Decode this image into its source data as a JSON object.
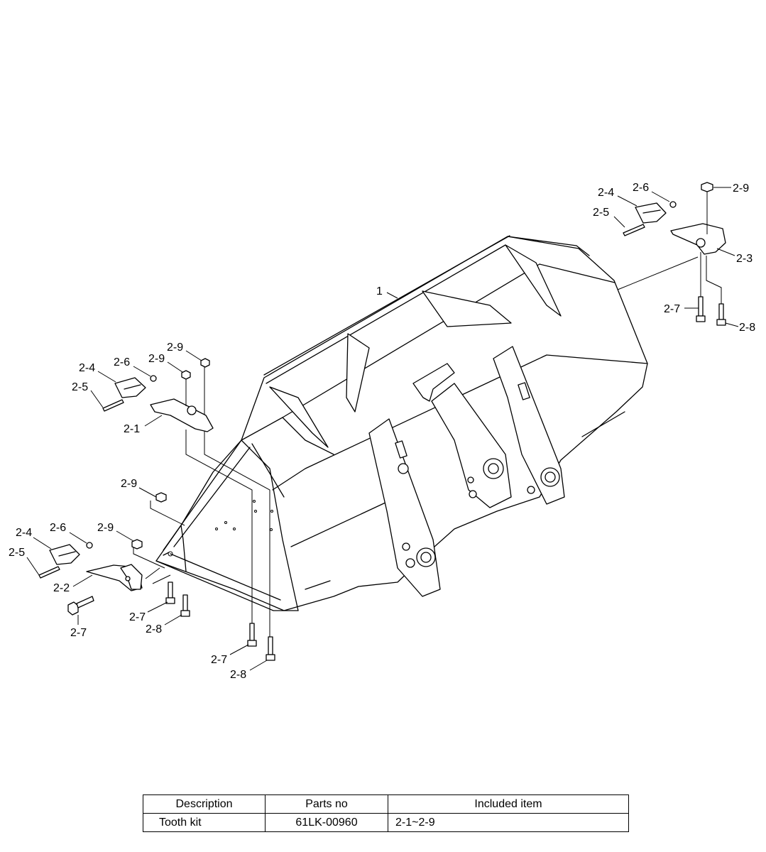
{
  "labels": {
    "l1": "1",
    "r24": "2-4",
    "r26": "2-6",
    "r29": "2-9",
    "r25": "2-5",
    "r23": "2-3",
    "r27": "2-7",
    "r28": "2-8",
    "a24": "2-4",
    "a26": "2-6",
    "a29a": "2-9",
    "a29b": "2-9",
    "a25": "2-5",
    "a21": "2-1",
    "b29": "2-9",
    "c24": "2-4",
    "c26": "2-6",
    "c29": "2-9",
    "c25": "2-5",
    "c22": "2-2",
    "c27a": "2-7",
    "c27b": "2-7",
    "c28": "2-8",
    "d27": "2-7",
    "d28": "2-8"
  },
  "table": {
    "headers": [
      "Description",
      "Parts no",
      "Included item"
    ],
    "rows": [
      [
        "Tooth kit",
        "61LK-00960",
        "2-1~2-9"
      ]
    ]
  }
}
